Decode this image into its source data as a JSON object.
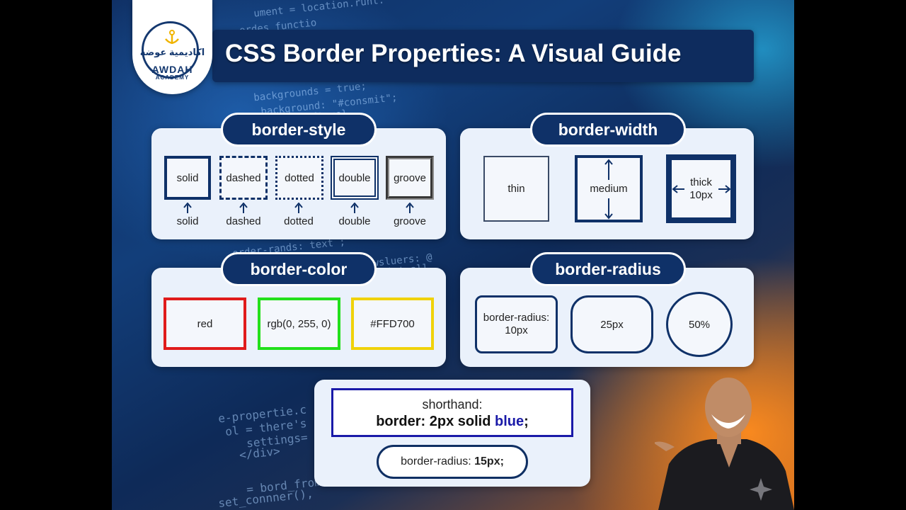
{
  "header": {
    "title": "CSS Border Properties: A Visual Guide"
  },
  "logo": {
    "arabic": "اكاديمية عوضه",
    "name": "AWDAH",
    "sub": "ACADEMY"
  },
  "background_code": {
    "lines": [
      "ument = location.runt:",
      "ordes functio",
      "backgrounds = true;",
      "background: \"#consmit\";",
      "if usrae = {true}",
      "order-rands: text ;",
      "owsluers: @",
      "mint all",
      "e-propertie.c",
      "ol = there's",
      "settings=",
      "</div>",
      "= bord_from",
      "set_connner(),"
    ]
  },
  "border_style": {
    "title": "border-style",
    "boxes": [
      {
        "label": "solid",
        "caption": "solid"
      },
      {
        "label": "dashed",
        "caption": "dashed"
      },
      {
        "label": "dotted",
        "caption": "dotted"
      },
      {
        "label": "double",
        "caption": "double"
      },
      {
        "label": "groove",
        "caption": "groove"
      }
    ]
  },
  "border_width": {
    "title": "border-width",
    "boxes": [
      {
        "label": "thin"
      },
      {
        "label": "medium"
      },
      {
        "label": "thick",
        "sub": "10px"
      }
    ]
  },
  "border_color": {
    "title": "border-color",
    "boxes": [
      {
        "label": "red",
        "color": "#e01b1b"
      },
      {
        "label": "rgb(0, 255, 0)",
        "color": "#22e01b"
      },
      {
        "label": "#FFD700",
        "color": "#f0d20a"
      }
    ]
  },
  "border_radius": {
    "title": "border-radius",
    "boxes": [
      {
        "label": "border-radius:",
        "sub": "10px"
      },
      {
        "label": "25px"
      },
      {
        "label": "50%"
      }
    ]
  },
  "shorthand": {
    "label": "shorthand:",
    "code_prefix": "border: 2px solid ",
    "code_color": "blue",
    "code_suffix": ";",
    "radius_prefix": "border-radius: ",
    "radius_value": "15px;"
  },
  "colors": {
    "navy": "#0f3168",
    "panel": "#eaf1fb",
    "accent_blue": "#1a1aa8"
  }
}
